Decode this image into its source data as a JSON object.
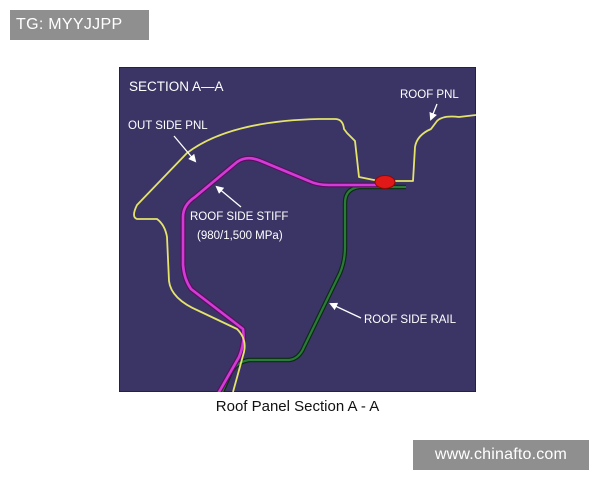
{
  "header_tag": "TG: MYYJJPP",
  "diagram": {
    "section_title": "SECTION A—A",
    "labels": {
      "roof_pnl": "ROOF PNL",
      "out_side_pnl": "OUT SIDE PNL",
      "roof_side_stiff": "ROOF SIDE STIFF",
      "roof_side_stiff_spec": "(980/1,500 MPa)",
      "roof_side_rail": "ROOF SIDE RAIL"
    },
    "colors": {
      "background": "#3b3566",
      "out_side_pnl": "#e4e36a",
      "roof_side_stiff": "#d23bd6",
      "roof_side_rail": "#2a7a3a",
      "weld_spot": "#e01818"
    }
  },
  "caption": "Roof Panel Section A - A",
  "watermark": "www.chinafto.com"
}
